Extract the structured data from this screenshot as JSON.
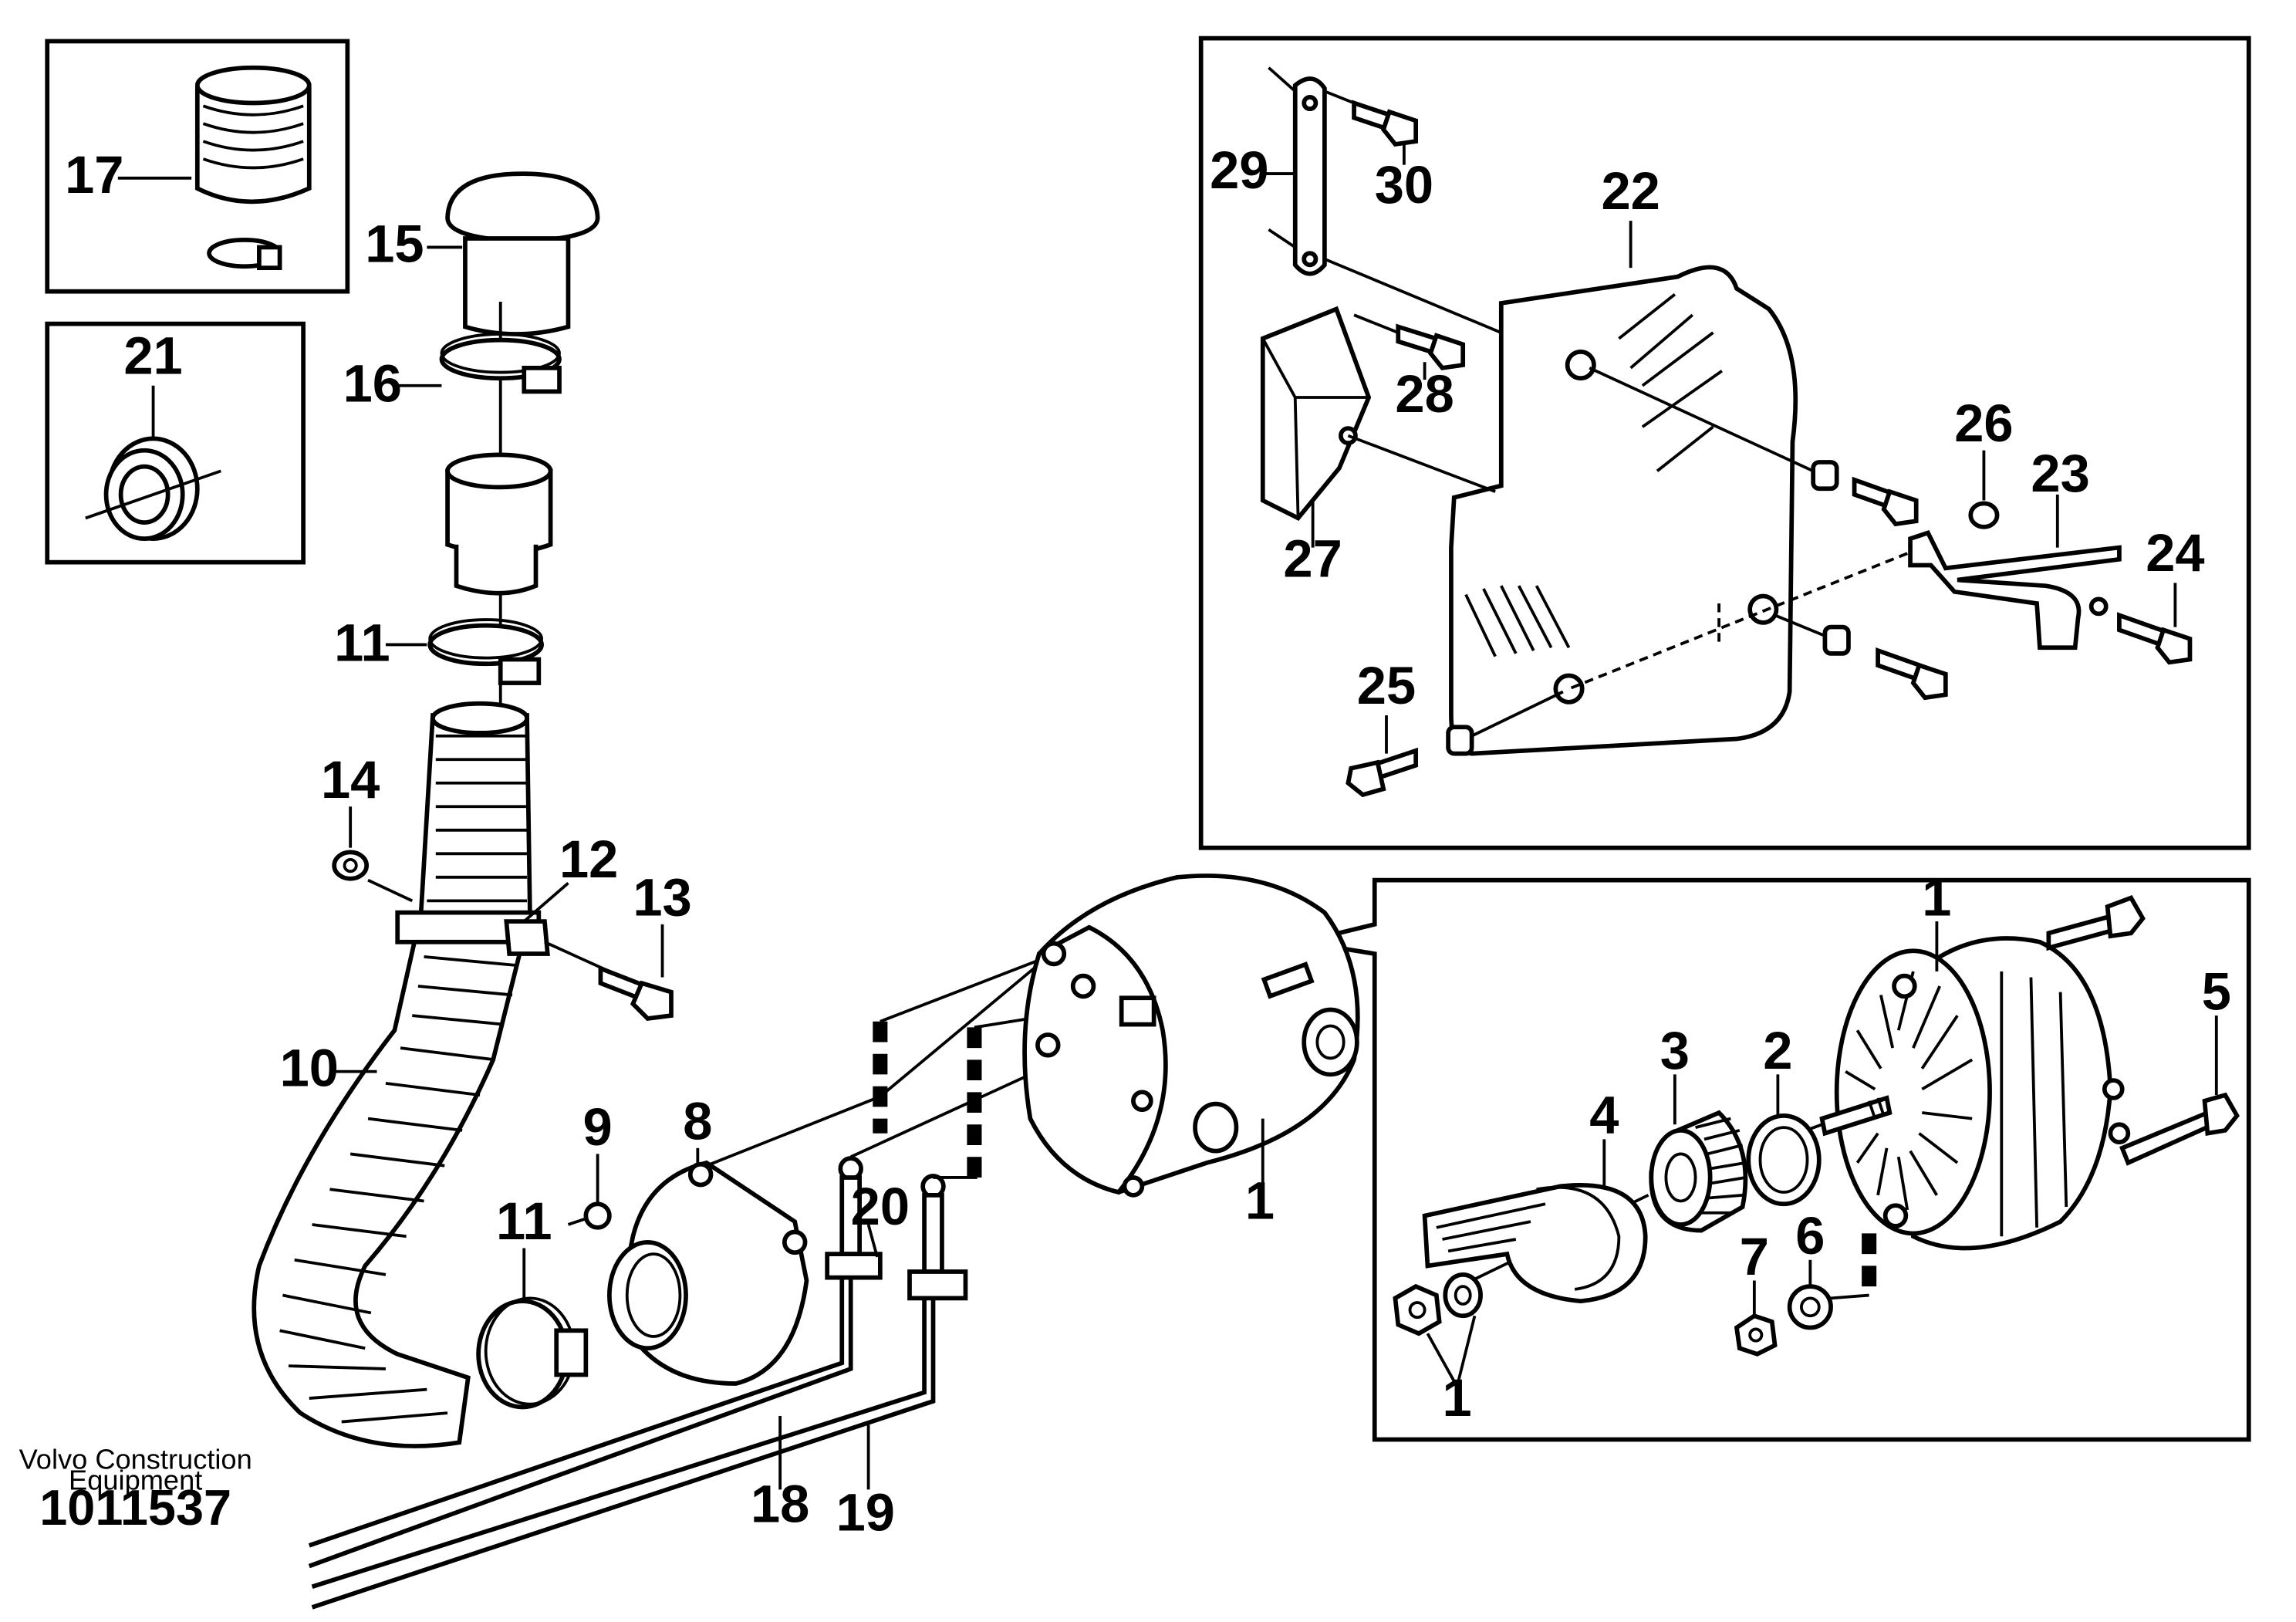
{
  "callouts": {
    "c1_alt": "1",
    "c1_fan": "1",
    "c1_nut": "1",
    "c2": "2",
    "c3": "3",
    "c4": "4",
    "c5": "5",
    "c6": "6",
    "c7": "7",
    "c8": "8",
    "c9": "9",
    "c10": "10",
    "c11_upper": "11",
    "c11_lower": "11",
    "c12": "12",
    "c13": "13",
    "c14": "14",
    "c15": "15",
    "c16": "16",
    "c17": "17",
    "c18": "18",
    "c19": "19",
    "c20": "20",
    "c21": "21",
    "c22": "22",
    "c23": "23",
    "c24": "24",
    "c25": "25",
    "c26": "26",
    "c27": "27",
    "c28": "28",
    "c29": "29",
    "c30": "30"
  },
  "footer": {
    "credit_line1": "Volvo Construction",
    "credit_line2": "Equipment",
    "code": "1011537"
  }
}
